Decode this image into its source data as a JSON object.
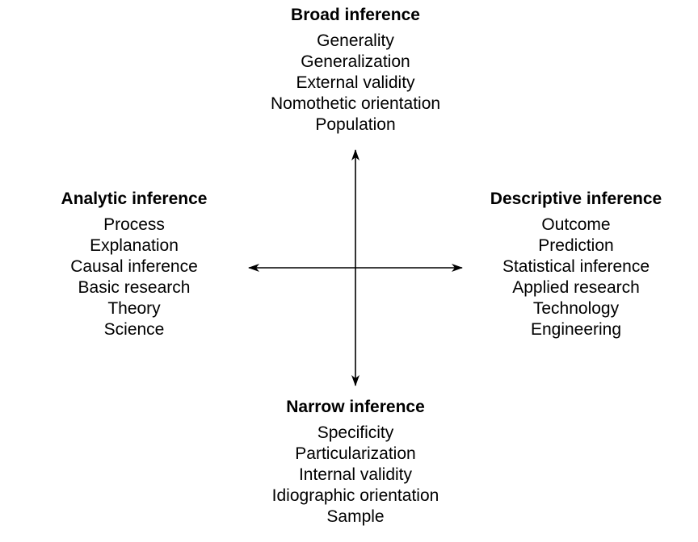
{
  "top": {
    "heading": "Broad inference",
    "items": [
      "Generality",
      "Generalization",
      "External validity",
      "Nomothetic orientation",
      "Population"
    ]
  },
  "left": {
    "heading": "Analytic inference",
    "items": [
      "Process",
      "Explanation",
      "Causal inference",
      "Basic research",
      "Theory",
      "Science"
    ]
  },
  "right": {
    "heading": "Descriptive inference",
    "items": [
      "Outcome",
      "Prediction",
      "Statistical inference",
      "Applied research",
      "Technology",
      "Engineering"
    ]
  },
  "bottom": {
    "heading": "Narrow inference",
    "items": [
      "Specificity",
      "Particularization",
      "Internal validity",
      "Idiographic orientation",
      "Sample"
    ]
  },
  "colors": {
    "text": "#000000",
    "axis": "#000000",
    "background": "#ffffff"
  }
}
